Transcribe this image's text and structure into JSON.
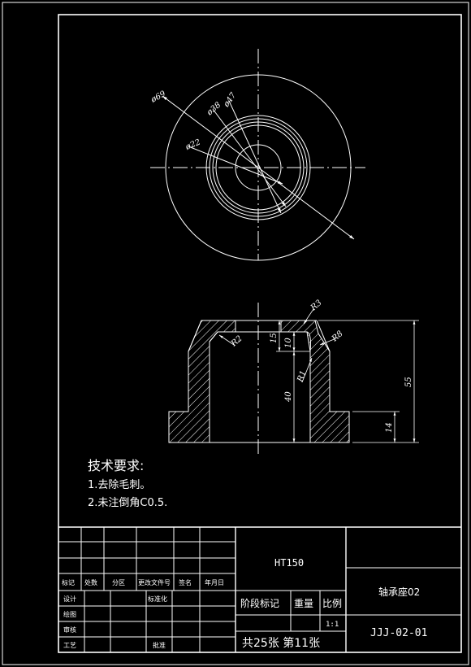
{
  "colors": {
    "background": "#000000",
    "lines": "#ffffff"
  },
  "plan_view_dimensions": [
    "ø69",
    "ø38",
    "ø47",
    "ø22"
  ],
  "section_dimensions": {
    "r3_top": "R3",
    "r2": "R2",
    "r8": "R8",
    "r1": "R1",
    "d15": "15",
    "d10": "10",
    "d40": "40",
    "d55": "55",
    "d14": "14"
  },
  "tech_requirements": {
    "title": "技术要求:",
    "items": [
      "1.去除毛刺。",
      "2.未注倒角C0.5."
    ]
  },
  "title_block": {
    "header_row": [
      "标记",
      "处数",
      "分区",
      "更改文件号",
      "签名",
      "年月日"
    ],
    "row_labels": [
      "设计",
      "绘图",
      "审核",
      "工艺"
    ],
    "standardize": "标准化",
    "approve": "批准",
    "material": "HT150",
    "stage_mark": "阶段标记",
    "weight": "重量",
    "scale_label": "比例",
    "scale_value": "1:1",
    "sheet_info": "共25张 第11张",
    "part_name": "轴承座02",
    "drawing_no": "JJJ-02-01"
  }
}
